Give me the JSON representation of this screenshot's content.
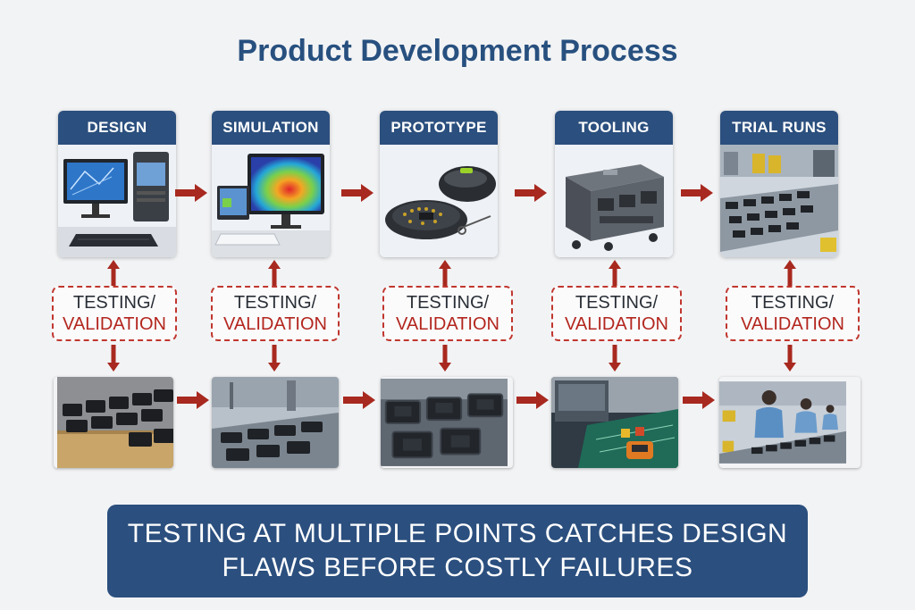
{
  "title": "Product Development Process",
  "stages": [
    {
      "label": "DESIGN"
    },
    {
      "label": "SIMULATION"
    },
    {
      "label": "PROTOTYPE"
    },
    {
      "label": "TOOLING"
    },
    {
      "label": "TRIAL RUNS"
    }
  ],
  "testing": {
    "line1": "TESTING/",
    "line2": "VALIDATION"
  },
  "banner": {
    "line1": "TESTING AT MULTIPLE POINTS CATCHES DESIGN",
    "line2": "FLAWS BEFORE COSTLY FAILURES"
  },
  "colors": {
    "navy": "#2b4f7e",
    "red_accent": "#b3261e",
    "title": "#27507f"
  }
}
